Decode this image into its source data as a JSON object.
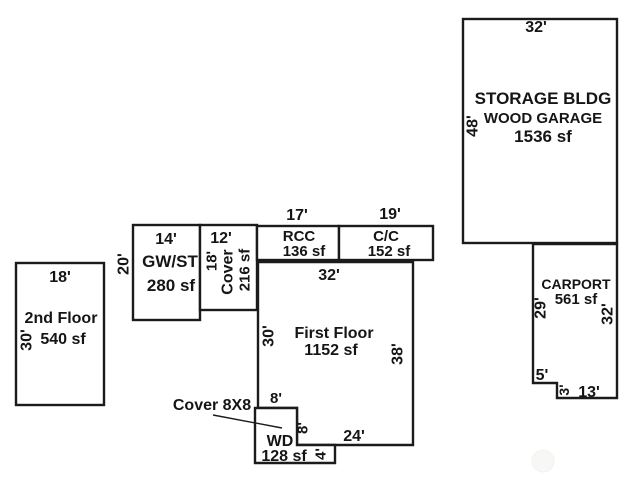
{
  "meta": {
    "background": "#ffffff",
    "ink_color": "#1b1b1b",
    "diagram_type": "floor-plan-sketch"
  },
  "plan": {
    "storage_bldg": {
      "title": "STORAGE BLDG",
      "subtitle": "WOOD GARAGE",
      "area": "1536 sf",
      "dim_top": "32'",
      "dim_left": "48'"
    },
    "carport": {
      "title": "CARPORT",
      "area": "561 sf",
      "dim_left": "29'",
      "dim_right": "32'",
      "dim_notch_top": "5'",
      "dim_notch_side": "3'",
      "dim_bottom": "13'"
    },
    "second_floor": {
      "title": "2nd Floor",
      "area": "540 sf",
      "dim_top": "18'",
      "dim_left": "30'"
    },
    "gw_st": {
      "title": "GW/ST",
      "area": "280 sf",
      "dim_top": "14'",
      "dim_left": "20'"
    },
    "cover": {
      "title": "Cover",
      "area": "216 sf",
      "dim_top": "12'",
      "dim_side": "18'"
    },
    "rcc": {
      "title": "RCC",
      "area": "136 sf",
      "dim_top": "17'"
    },
    "cc": {
      "title": "C/C",
      "area": "152 sf",
      "dim_top": "19'"
    },
    "first_floor": {
      "title": "First Floor",
      "area": "1152 sf",
      "dim_top": "32'",
      "dim_left": "30'",
      "dim_right": "38'",
      "dim_step_top": "8'",
      "dim_step_side": "8'",
      "dim_bottom": "24'"
    },
    "cover_8x8": {
      "label": "Cover 8X8"
    },
    "wd": {
      "title": "WD",
      "area": "128 sf",
      "dim_side": "4'"
    }
  }
}
